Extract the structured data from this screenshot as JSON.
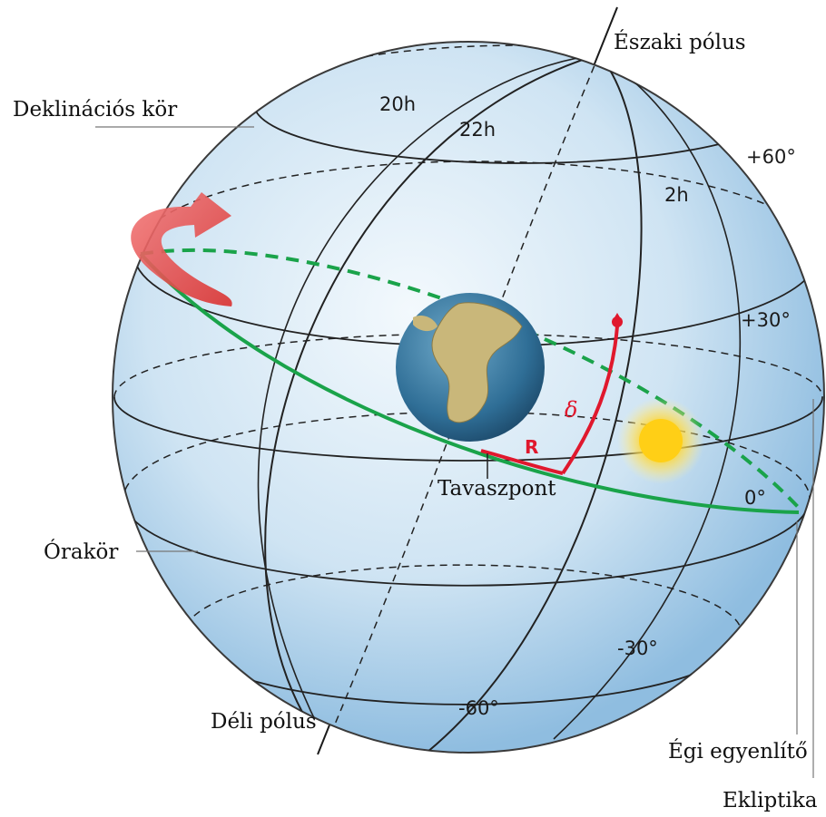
{
  "labels": {
    "north_pole": "Északi pólus",
    "south_pole": "Déli pólus",
    "declination_circle": "Deklinációs kör",
    "hour_circle": "Órakör",
    "vernal_equinox": "Tavaszpont",
    "celestial_equator": "Égi egyenlítő",
    "ecliptic": "Ekliptika"
  },
  "hour_marks": {
    "h20": "20h",
    "h22": "22h",
    "h2": "2h"
  },
  "declination_marks": {
    "plus60": "+60°",
    "plus30": "+30°",
    "zero": "0°",
    "minus30": "-30°",
    "minus60": "-60°"
  },
  "coordinate_symbols": {
    "right_ascension": "R",
    "declination": "δ"
  },
  "colors": {
    "sphere_light": "#eaf4fb",
    "sphere_dark": "#9cc6e4",
    "ecliptic": "#1aa34a",
    "coordinate": "#e0182d",
    "rotation_arrow": "#e84a4a",
    "sun": "#ffd21f",
    "grid": "#222222"
  }
}
